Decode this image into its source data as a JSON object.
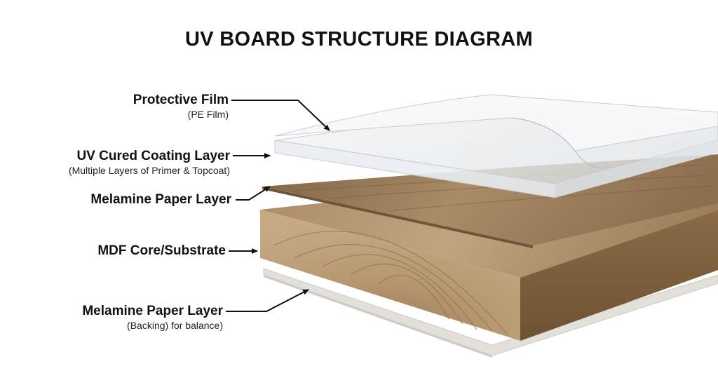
{
  "title": "UV BOARD STRUCTURE DIAGRAM",
  "colors": {
    "wood_light": "#b99c76",
    "wood_dark": "#8a6a47",
    "veneer": "#a88b68",
    "film": "#e6ebef",
    "backing": "#e8e5e1",
    "text": "#111111"
  },
  "labels": [
    {
      "id": "protective-film",
      "main": "Protective Film",
      "sub": "(PE Film)"
    },
    {
      "id": "uv-coating",
      "main": "UV Cured Coating Layer",
      "sub": "(Multiple Layers of Primer & Topcoat)"
    },
    {
      "id": "melamine-top",
      "main": "Melamine Paper Layer",
      "sub": ""
    },
    {
      "id": "mdf-core",
      "main": "MDF Core/Substrate",
      "sub": ""
    },
    {
      "id": "melamine-backing",
      "main": "Melamine Paper Layer",
      "sub": "(Backing) for balance)"
    }
  ]
}
